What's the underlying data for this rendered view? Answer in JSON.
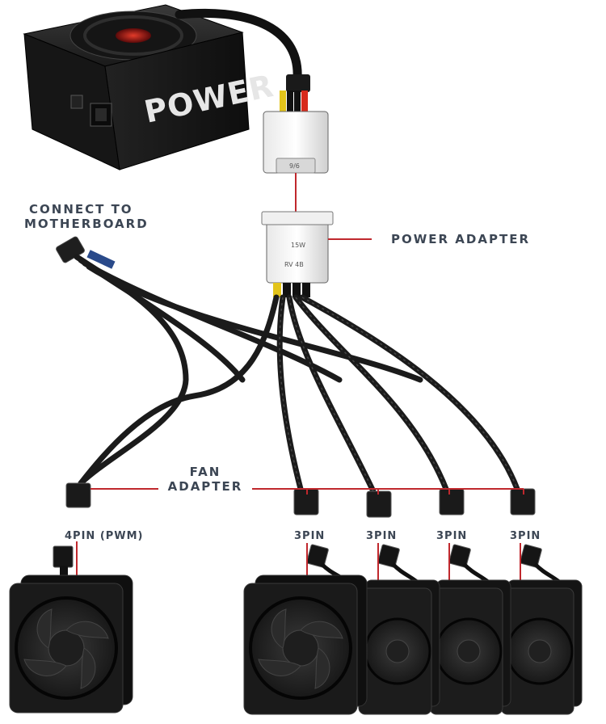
{
  "psu": {
    "brand_text": "POWER"
  },
  "labels": {
    "connect_line1": "CONNECT TO",
    "connect_line2": "MOTHERBOARD",
    "power_adapter": "POWER ADAPTER",
    "fan_adapter_line1": "FAN",
    "fan_adapter_line2": "ADAPTER",
    "pin4": "4PIN (PWM)",
    "pin3": [
      "3PIN",
      "3PIN",
      "3PIN",
      "3PIN"
    ]
  },
  "colors": {
    "leader_line": "#c0282d",
    "cable": "#1b1b1b",
    "label_text": "#3c4654",
    "fan_blade_red": "#b01818"
  }
}
